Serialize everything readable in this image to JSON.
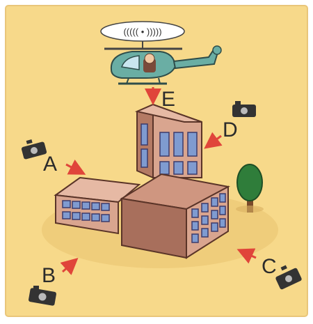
{
  "colors": {
    "background": "#f7d98a",
    "building_light": "#d9a58f",
    "building_dark": "#a86f5c",
    "window": "#7f9bd0",
    "arrow": "#e0453a",
    "helicopter": "#6aaea4",
    "tree": "#2f7d3a"
  },
  "labels": {
    "a": "A",
    "b": "B",
    "c": "C",
    "d": "D",
    "e": "E"
  },
  "icons": [
    "helicopter-icon",
    "camera-icon",
    "tree-icon",
    "building-icon"
  ]
}
